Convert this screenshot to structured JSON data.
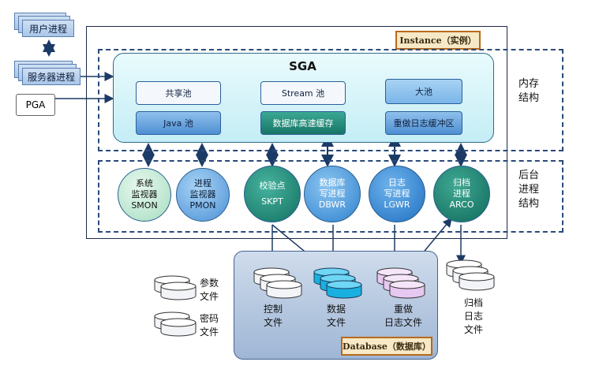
{
  "client": {
    "user_process": "用户进程",
    "server_process": "服务器进程",
    "pga": "PGA"
  },
  "instance": {
    "label": "Instance（实例）"
  },
  "sga": {
    "title": "SGA",
    "pools": [
      {
        "label": "共享池"
      },
      {
        "label": "Java 池"
      },
      {
        "label": "Stream 池"
      },
      {
        "label": "数据库高速缓存"
      },
      {
        "label": "大池"
      },
      {
        "label": "重做日志缓冲区"
      }
    ]
  },
  "side_labels": {
    "memory_line1": "内存",
    "memory_line2": "结构",
    "bg_line1": "后台",
    "bg_line2": "进程",
    "bg_line3": "结构"
  },
  "processes": [
    {
      "line1": "系统",
      "line2": "监视器",
      "line3": "SMON"
    },
    {
      "line1": "进程",
      "line2": "监视器",
      "line3": "PMON"
    },
    {
      "line1": "校验点",
      "line2": "",
      "line3": "SKPT"
    },
    {
      "line1": "数据库",
      "line2": "写进程",
      "line3": "DBWR"
    },
    {
      "line1": "日志",
      "line2": "写进程",
      "line3": "LGWR"
    },
    {
      "line1": "归档",
      "line2": "进程",
      "line3": "ARCO"
    }
  ],
  "database": {
    "label": "Database（数据库）",
    "control_files": [
      "控制",
      "文件"
    ],
    "data_files": [
      "数据",
      "文件"
    ],
    "redo_files": [
      "重做",
      "日志文件"
    ]
  },
  "external_files": {
    "param": [
      "参数",
      "文件"
    ],
    "password": [
      "密码",
      "文件"
    ],
    "archive": [
      "归档",
      "日志",
      "文件"
    ]
  },
  "colors": {
    "sga_fill": "#d2f3f8",
    "pool_light": "#f4f8fc",
    "pool_blue": "#5b9bd8",
    "pool_green": "#1e8a78",
    "bg_light_green": "#c3ecd6",
    "bg_blue": "#3f8ed3",
    "bg_teal": "#1e8a78",
    "db_fill": "#b5c8e0"
  }
}
